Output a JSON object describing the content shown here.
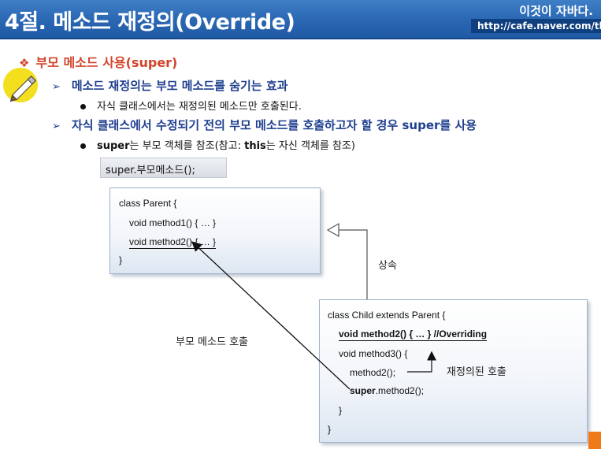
{
  "header": {
    "title": "4절. 메소드 재정의(Override)",
    "brand": "이것이 자바다.",
    "url": "http://cafe.naver.com/th"
  },
  "section": {
    "bullet": "❖",
    "title": "부모 메소드 사용(super)"
  },
  "points": [
    {
      "text": "메소드 재정의는 부모 메소드를 숨기는 효과",
      "sub": "자식 클래스에서는 재정의된 메소드만 호출된다."
    },
    {
      "text": "자식 클래스에서 수정되기 전의 부모 메소드를 호출하고자 할 경우 super를 사용",
      "sub_bold": "super",
      "sub_rest": "는 부모 객체를 참조(참고: ",
      "sub_bold2": "this",
      "sub_rest2": "는 자신 객체를 참조)"
    }
  ],
  "syntax": "super.부모메소드();",
  "parent_class": {
    "line1": "class Parent {",
    "line2": "void method1() { … }",
    "line3": "void method2() { … }",
    "line4": "}"
  },
  "child_class": {
    "line1": "class Child extends Parent {",
    "line2": "void method2() { … } //Overriding",
    "line3": "void method3() {",
    "line4": "method2();",
    "line5a": "super",
    "line5b": ".method2();",
    "line6": "}",
    "line7": "}"
  },
  "labels": {
    "inherit": "상속",
    "parent_call": "부모  메소드  호출",
    "overridden_call": "재정의된  호출"
  },
  "colors": {
    "header_bg": "#2a66b2",
    "section_title": "#d2452b",
    "point_text": "#1f3f8f"
  }
}
